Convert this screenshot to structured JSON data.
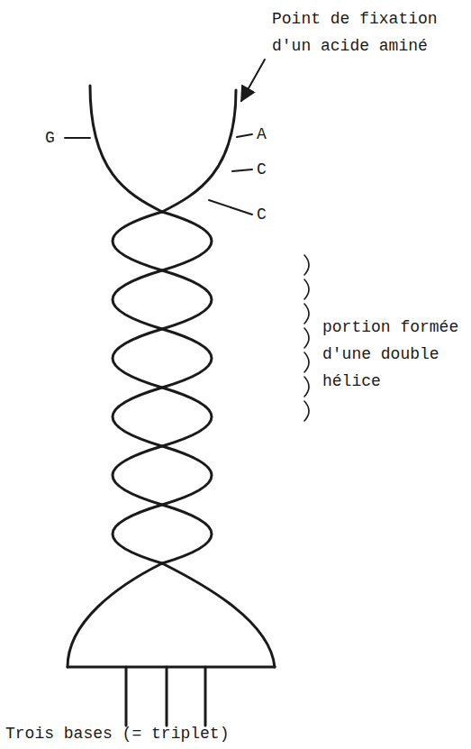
{
  "diagram": {
    "labels": [
      "Point de fixation d'un acide aminé",
      "G",
      "A",
      "C",
      "C",
      "portion formée d'une double hélice",
      "Trois bases (= triplet)"
    ]
  }
}
